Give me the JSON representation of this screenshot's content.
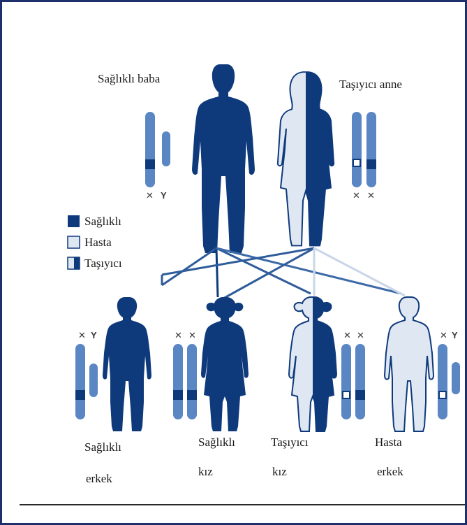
{
  "parents": {
    "father": "Sağlıklı baba",
    "mother": "Taşıyıcı anne"
  },
  "legend": [
    {
      "label": "Sağlıklı",
      "kind": "healthy"
    },
    {
      "label": "Hasta",
      "kind": "affected"
    },
    {
      "label": "Taşıyıcı",
      "kind": "carrier"
    }
  ],
  "children": [
    {
      "line1": "Sağlıklı",
      "line2": "erkek"
    },
    {
      "line1": "Sağlıklı",
      "line2": "kız"
    },
    {
      "line1": "Taşıyıcı",
      "line2": "kız"
    },
    {
      "line1": "Hasta",
      "line2": "erkek"
    }
  ],
  "chromosome_marks": {
    "x": "✕",
    "y": "Y"
  },
  "colors": {
    "healthy": "#0e3a7c",
    "affected": "#dfe7f2",
    "outline": "#0e3a7c",
    "chromosome": "#5a86c3",
    "frame": "#1f2f6b"
  }
}
